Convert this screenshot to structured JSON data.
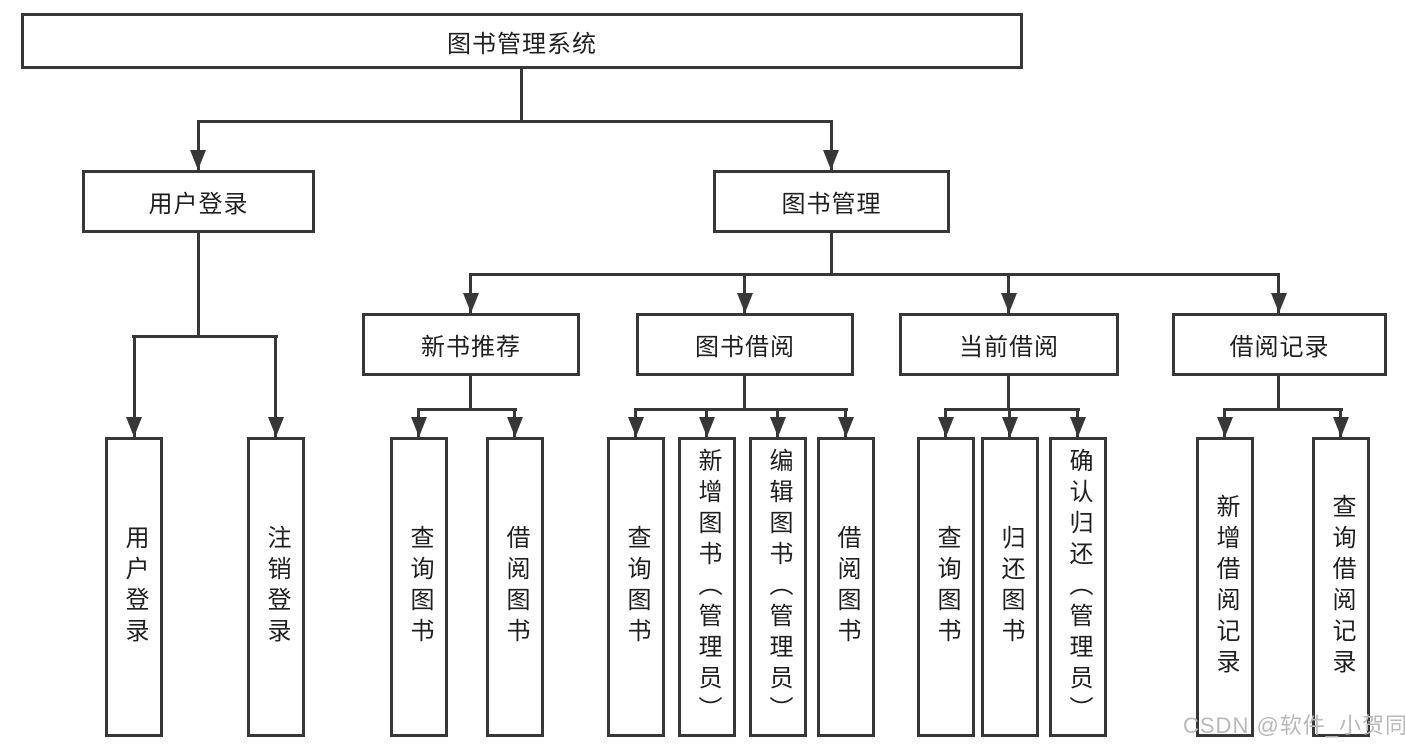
{
  "diagram_type": "hierarchy-tree",
  "colors": {
    "background": "#ffffff",
    "box_border": "#373737",
    "connector_line": "#373737",
    "text": "#1f1f1f",
    "watermark_text": "#b9b9b9"
  },
  "tree": {
    "label": "图书管理系统",
    "children": [
      {
        "label": "用户登录",
        "children": [
          {
            "label": "用户登录"
          },
          {
            "label": "注销登录"
          }
        ]
      },
      {
        "label": "图书管理",
        "children": [
          {
            "label": "新书推荐",
            "children": [
              {
                "label": "查询图书"
              },
              {
                "label": "借阅图书"
              }
            ]
          },
          {
            "label": "图书借阅",
            "children": [
              {
                "label": "查询图书"
              },
              {
                "label": "新增图书（管理员）"
              },
              {
                "label": "编辑图书（管理员）"
              },
              {
                "label": "借阅图书"
              }
            ]
          },
          {
            "label": "当前借阅",
            "children": [
              {
                "label": "查询图书"
              },
              {
                "label": "归还图书"
              },
              {
                "label": "确认归还（管理员）"
              }
            ]
          },
          {
            "label": "借阅记录",
            "children": [
              {
                "label": "新增借阅记录"
              },
              {
                "label": "查询借阅记录"
              }
            ]
          }
        ]
      }
    ]
  },
  "watermark": {
    "text": "CSDN @软件_小贺同学"
  }
}
